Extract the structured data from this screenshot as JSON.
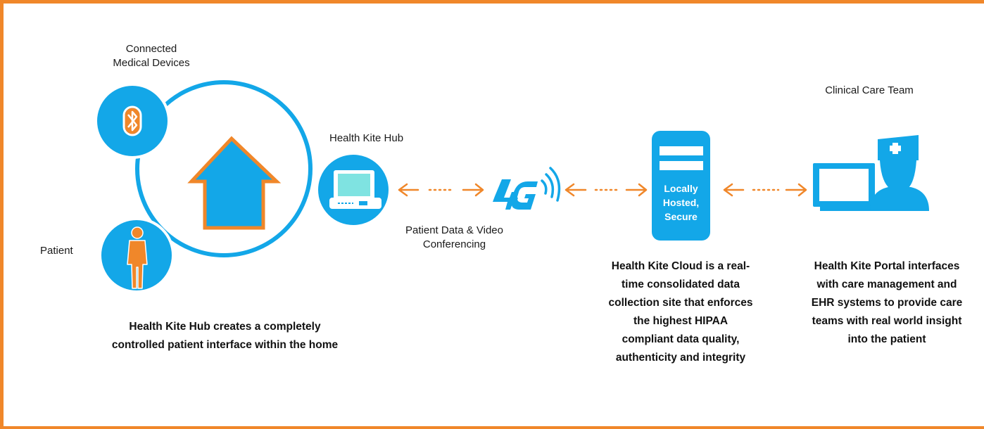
{
  "colors": {
    "border": "#f0872a",
    "blue": "#13a7e8",
    "orange": "#f0872a"
  },
  "labels": {
    "connected_devices": "Connected\nMedical Devices",
    "patient": "Patient",
    "hub": "Health Kite Hub",
    "patient_data": "Patient Data & Video\nConferencing",
    "network": "4G",
    "cloud_server": "Locally\nHosted,\nSecure",
    "clinical_team": "Clinical Care Team"
  },
  "descriptions": {
    "hub": "Health Kite Hub creates a completely controlled patient interface within the home",
    "cloud": "Health Kite Cloud is a real-time consolidated data collection site that enforces the highest HIPAA compliant data quality, authenticity and integrity",
    "portal": "Health Kite Portal interfaces with care management and EHR systems to provide care teams with real world insight into the patient"
  },
  "icons": [
    "bluetooth-icon",
    "house-icon",
    "patient-icon",
    "hub-tablet-icon",
    "4g-icon",
    "server-icon",
    "nurse-computer-icon",
    "bidirectional-arrow-icon"
  ]
}
